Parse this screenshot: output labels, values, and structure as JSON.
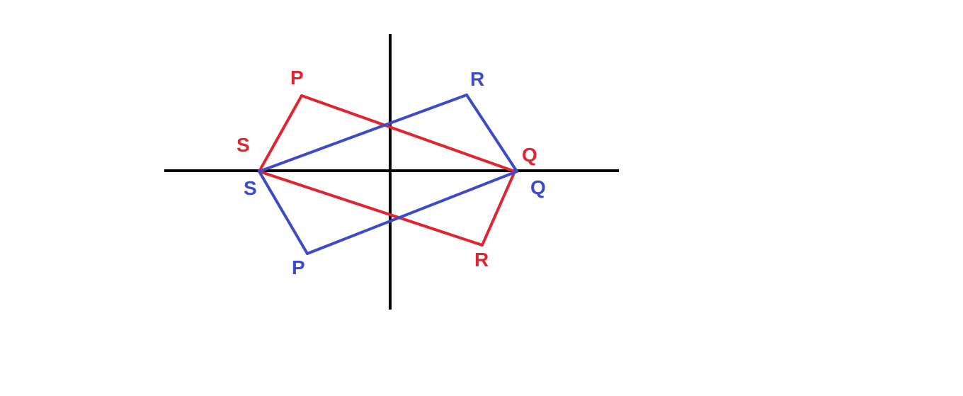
{
  "colors": {
    "background": "#ffffff",
    "axes": "#000000",
    "red_shape": "#e02531",
    "blue_shape": "#3d4bc7"
  },
  "axes": {
    "horizontal": true,
    "vertical": true
  },
  "shapes": {
    "red": {
      "vertices": {
        "P": "P",
        "Q": "Q",
        "R": "R",
        "S": "S"
      }
    },
    "blue": {
      "vertices": {
        "P": "P",
        "Q": "Q",
        "R": "R",
        "S": "S"
      }
    }
  }
}
